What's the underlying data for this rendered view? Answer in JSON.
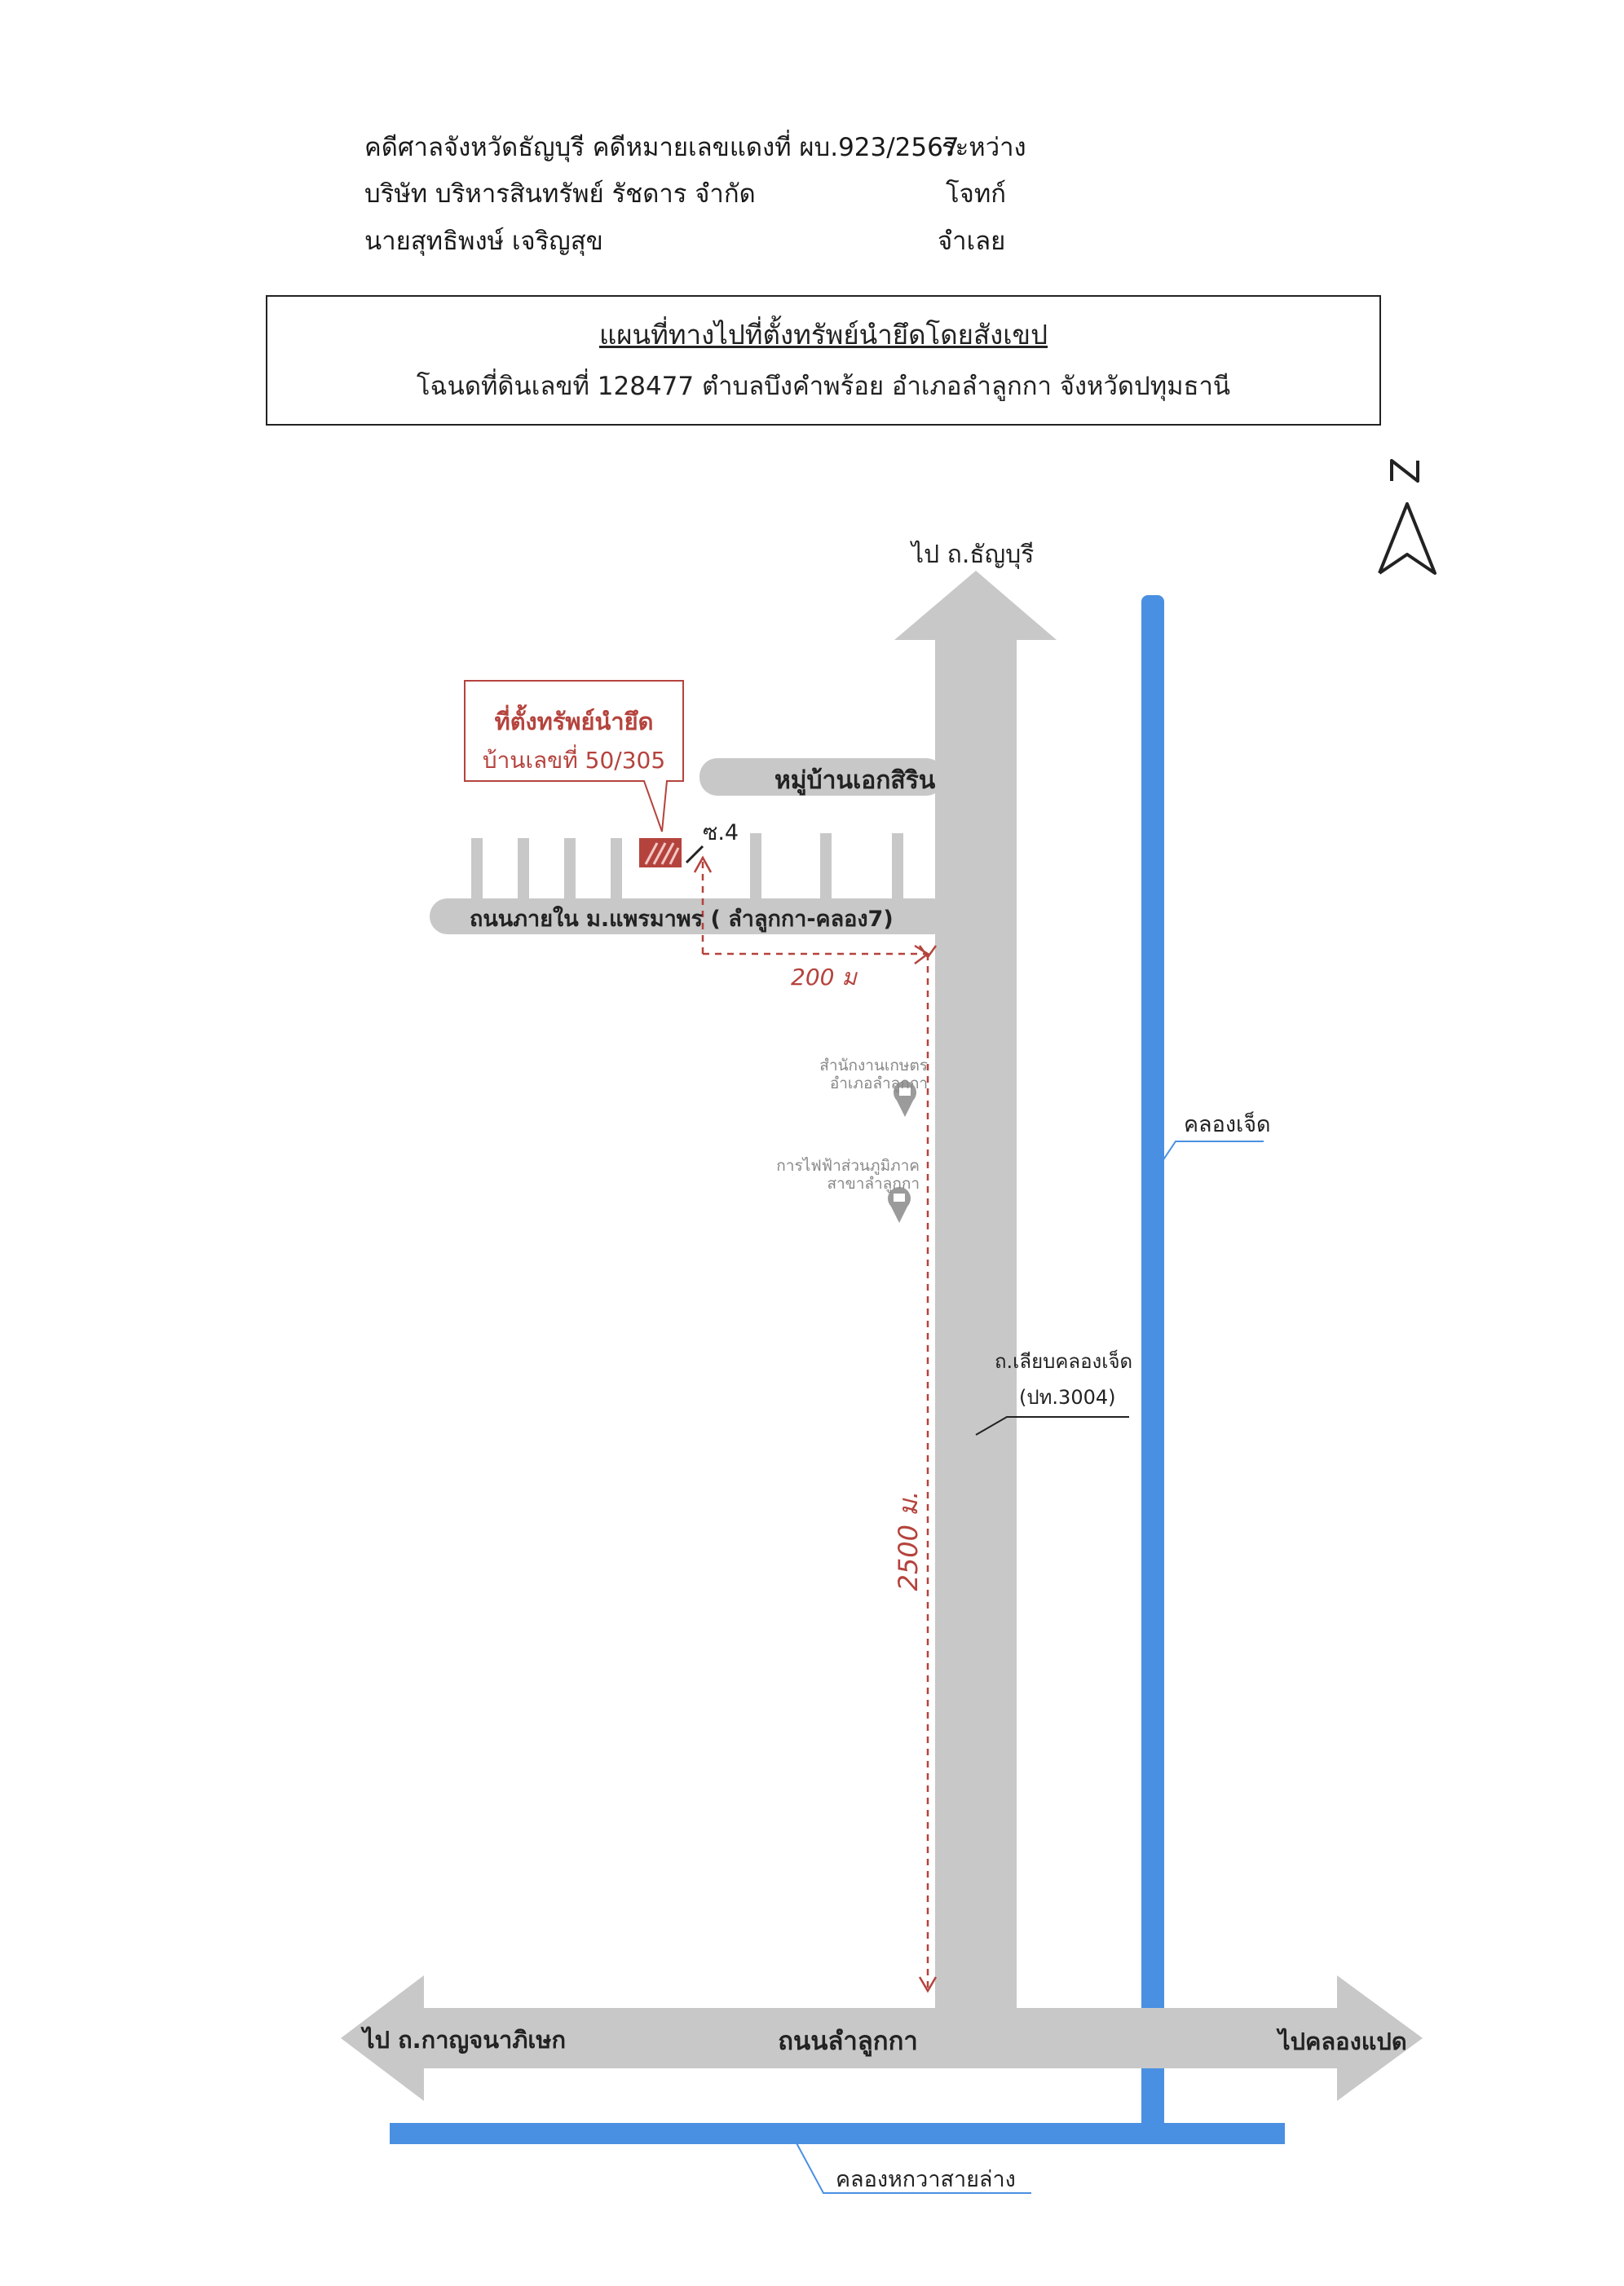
{
  "header": {
    "case_line": "คดีศาลจังหวัดธัญบุรี คดีหมายเลขแดงที่ ผบ.923/2567",
    "between": "ระหว่าง",
    "plaintiff_name": "บริษัท บริหารสินทรัพย์ รัชดาร จำกัด",
    "plaintiff_role": "โจทก์",
    "defendant_name": "นายสุทธิพงษ์  เจริญสุข",
    "defendant_role": "จำเลย"
  },
  "title": {
    "line1": "แผนที่ทางไปที่ตั้งทรัพย์นำยึดโดยสังเขป",
    "line2": "โฉนดที่ดินเลขที่ 128477 ตำบลบึงคำพร้อย อำเภอลำลูกกา จังหวัดปทุมธานี"
  },
  "map": {
    "north_label": "N",
    "to_thanyaburi": "ไป ถ.ธัญบุรี",
    "property_callout_line1": "ที่ตั้งทรัพย์นำยึด",
    "property_callout_line2": "บ้านเลขที่ 50/305",
    "soi_label": "ซ.4",
    "village_label": "หมู่บ้านเอกสิริน",
    "inner_road": "ถนนภายใน ม.แพรมาพร ( ลำลูกกา-คลอง7)",
    "distance_200": "200 ม",
    "distance_2500": "2500 ม.",
    "poi_agri_line1": "สำนักงานเกษตร",
    "poi_agri_line2": "อำเภอลำลูกกา",
    "poi_elec_line1": "การไฟฟ้าส่วนภูมิภาค",
    "poi_elec_line2": "สาขาลำลูกกา",
    "canal_7": "คลองเจ็ด",
    "road_khlong7_line1": "ถ.เลียบคลองเจ็ด",
    "road_khlong7_line2": "(ปท.3004)",
    "to_kanchanaphisek": "ไป ถ.กาญจนาภิเษก",
    "lamlukka_road": "ถนนลำลูกกา",
    "to_khlong8": "ไปคลองแปด",
    "lower_canal": "คลองหกวาสายล่าง",
    "colors": {
      "road": "#c8c8c8",
      "canal": "#4a90e2",
      "marker": "#b5433d"
    }
  }
}
